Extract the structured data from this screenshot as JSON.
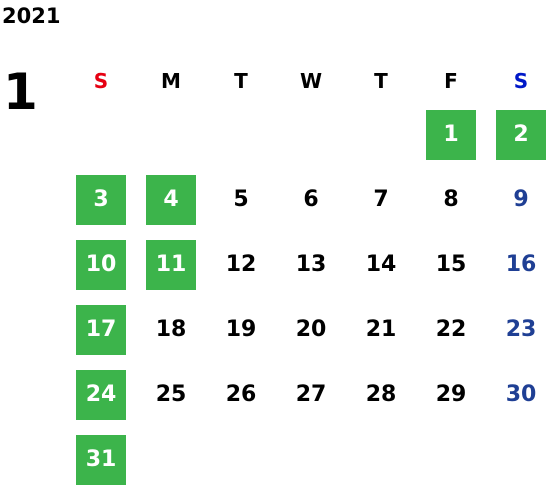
{
  "year": "2021",
  "month": "1",
  "weekdays": [
    {
      "label": "S",
      "color": "#e60012"
    },
    {
      "label": "M",
      "color": "#000000"
    },
    {
      "label": "T",
      "color": "#000000"
    },
    {
      "label": "W",
      "color": "#000000"
    },
    {
      "label": "T",
      "color": "#000000"
    },
    {
      "label": "F",
      "color": "#000000"
    },
    {
      "label": "S",
      "color": "#0018c8"
    }
  ],
  "first_weekday_index": 5,
  "days_in_month": 31,
  "highlighted_days": [
    1,
    2,
    3,
    4,
    10,
    11,
    17,
    24,
    31
  ],
  "colors": {
    "highlight_bg": "#3cb44b",
    "highlight_text": "#ffffff",
    "saturday_text": "#1f3f94",
    "normal_text": "#000000"
  }
}
